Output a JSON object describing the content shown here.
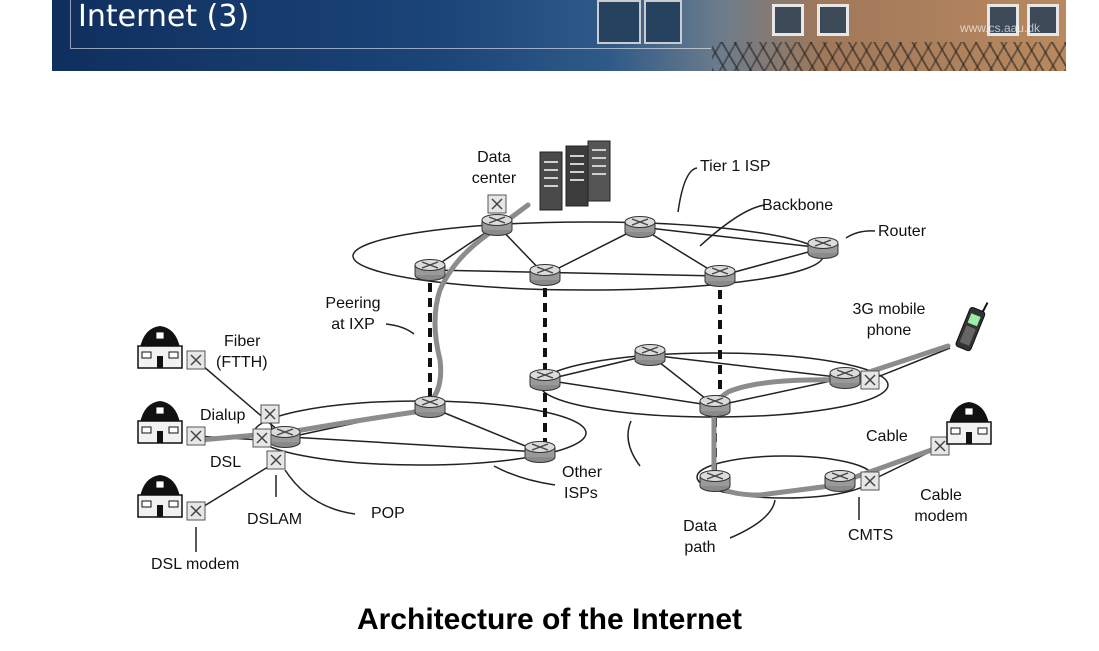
{
  "header": {
    "title": "Internet (3)",
    "site": "www.cs.aau.dk"
  },
  "diagram": {
    "labels": {
      "data_center": [
        "Data",
        "center"
      ],
      "tier1": "Tier 1 ISP",
      "backbone": "Backbone",
      "router": "Router",
      "peering": [
        "Peering",
        "at IXP"
      ],
      "mobile": [
        "3G mobile",
        "phone"
      ],
      "fiber": [
        "Fiber",
        "(FTTH)"
      ],
      "dialup": "Dialup",
      "dsl": "DSL",
      "dslam": "DSLAM",
      "pop": "POP",
      "dsl_modem": "DSL modem",
      "other_isps": [
        "Other",
        "ISPs"
      ],
      "cable": "Cable",
      "cable_modem": [
        "Cable",
        "modem"
      ],
      "cmts": "CMTS",
      "data_path": [
        "Data",
        "path"
      ]
    }
  },
  "caption": "Architecture of the Internet"
}
